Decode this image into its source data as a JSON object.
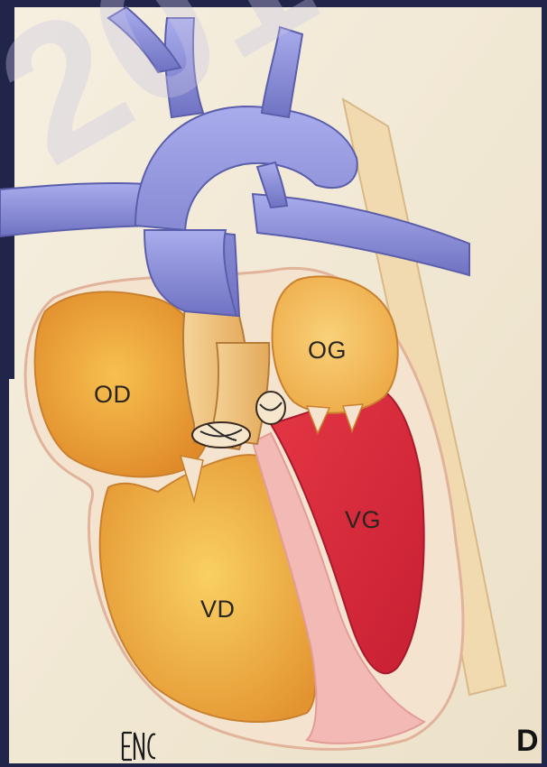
{
  "diagram": {
    "labels": {
      "od": "OD",
      "og": "OG",
      "vg": "VG",
      "vd": "VD"
    },
    "panel_letter": "D",
    "watermark_text": "201",
    "signature": "ENC",
    "colors": {
      "background": "#22254a",
      "paper": "#f3ead7",
      "right_heart": "#eda642",
      "left_ventricle": "#d8283a",
      "septum": "#f3b9b5",
      "vessels": "#8c8fd6",
      "aorta_pulmonary": "#ebbd7a"
    }
  }
}
